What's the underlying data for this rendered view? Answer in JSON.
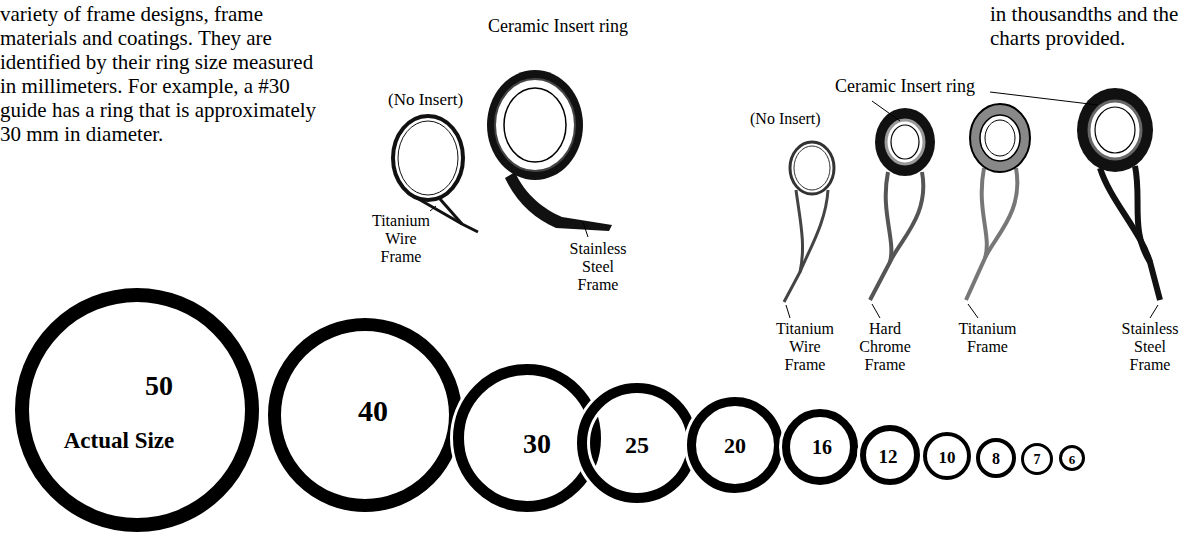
{
  "diagram": {
    "nodes": [
      {
        "text": [
          "50",
          "Actual Size"
        ]
      },
      {
        "text": [
          "40"
        ]
      },
      {
        "text": [
          "30"
        ]
      },
      {
        "text": [
          "25"
        ]
      },
      {
        "text": [
          "20"
        ]
      },
      {
        "text": [
          "16"
        ]
      },
      {
        "text": [
          "12"
        ]
      },
      {
        "text": [
          "10"
        ]
      },
      {
        "text": [
          "8"
        ]
      },
      {
        "text": [
          "7"
        ]
      },
      {
        "text": [
          "6"
        ]
      }
    ],
    "labels": [
      "variety of frame designs, frame materials and coatings. They are identified by their ring size measured in millimeters. For example, a #30 guide has a ring that is approximately 30 mm in diameter.",
      "Ceramic Insert ring",
      "in thousandths and the charts provided.",
      "(No Insert)",
      "Titanium Wire Frame",
      "Stainless Steel Frame",
      "Ceramic Insert ring",
      "(No Insert)",
      "Titanium Wire Frame",
      "Hard Chrome Frame",
      "Titanium Frame",
      "Stainless Steel Frame"
    ]
  }
}
